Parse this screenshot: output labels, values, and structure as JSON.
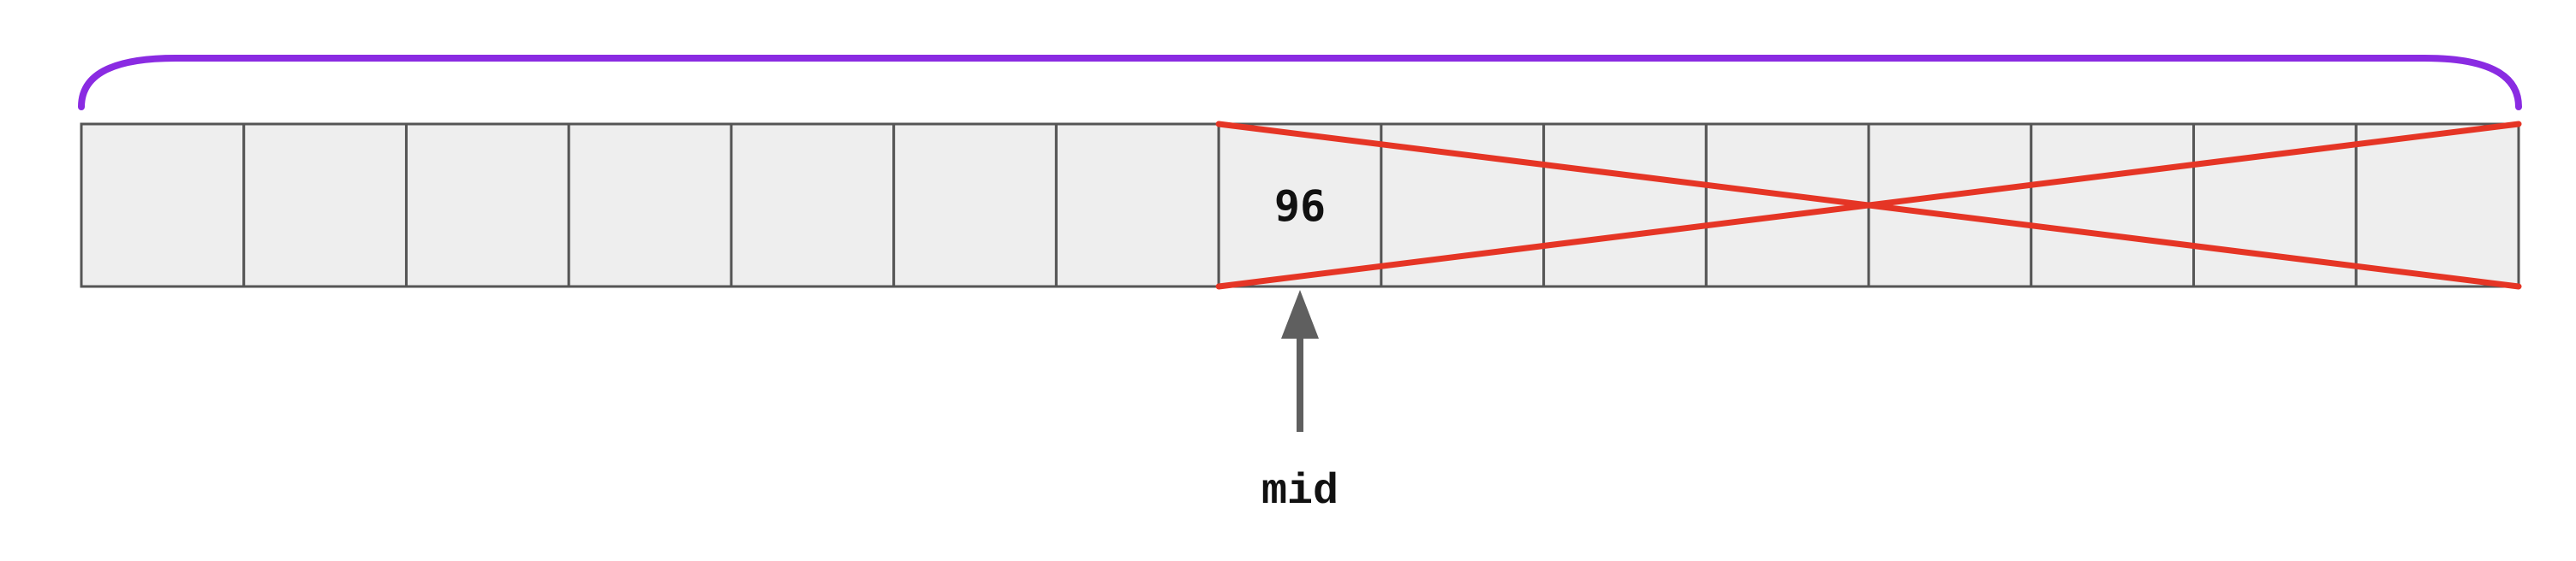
{
  "array": {
    "cells": [
      "",
      "",
      "",
      "",
      "",
      "",
      "",
      "96",
      "",
      "",
      "",
      "",
      "",
      "",
      ""
    ]
  },
  "pointer": {
    "label": "mid",
    "index": 7
  },
  "eliminated_range": {
    "from_index": 7,
    "to_index": 14
  },
  "bracket_range": {
    "from_index": 0,
    "to_index": 14
  },
  "colors": {
    "bracket": "#8a2be2",
    "cross": "#e53525",
    "arrow": "#5f5f5f",
    "cell_fill": "#eeeeee",
    "cell_border": "#555555"
  }
}
